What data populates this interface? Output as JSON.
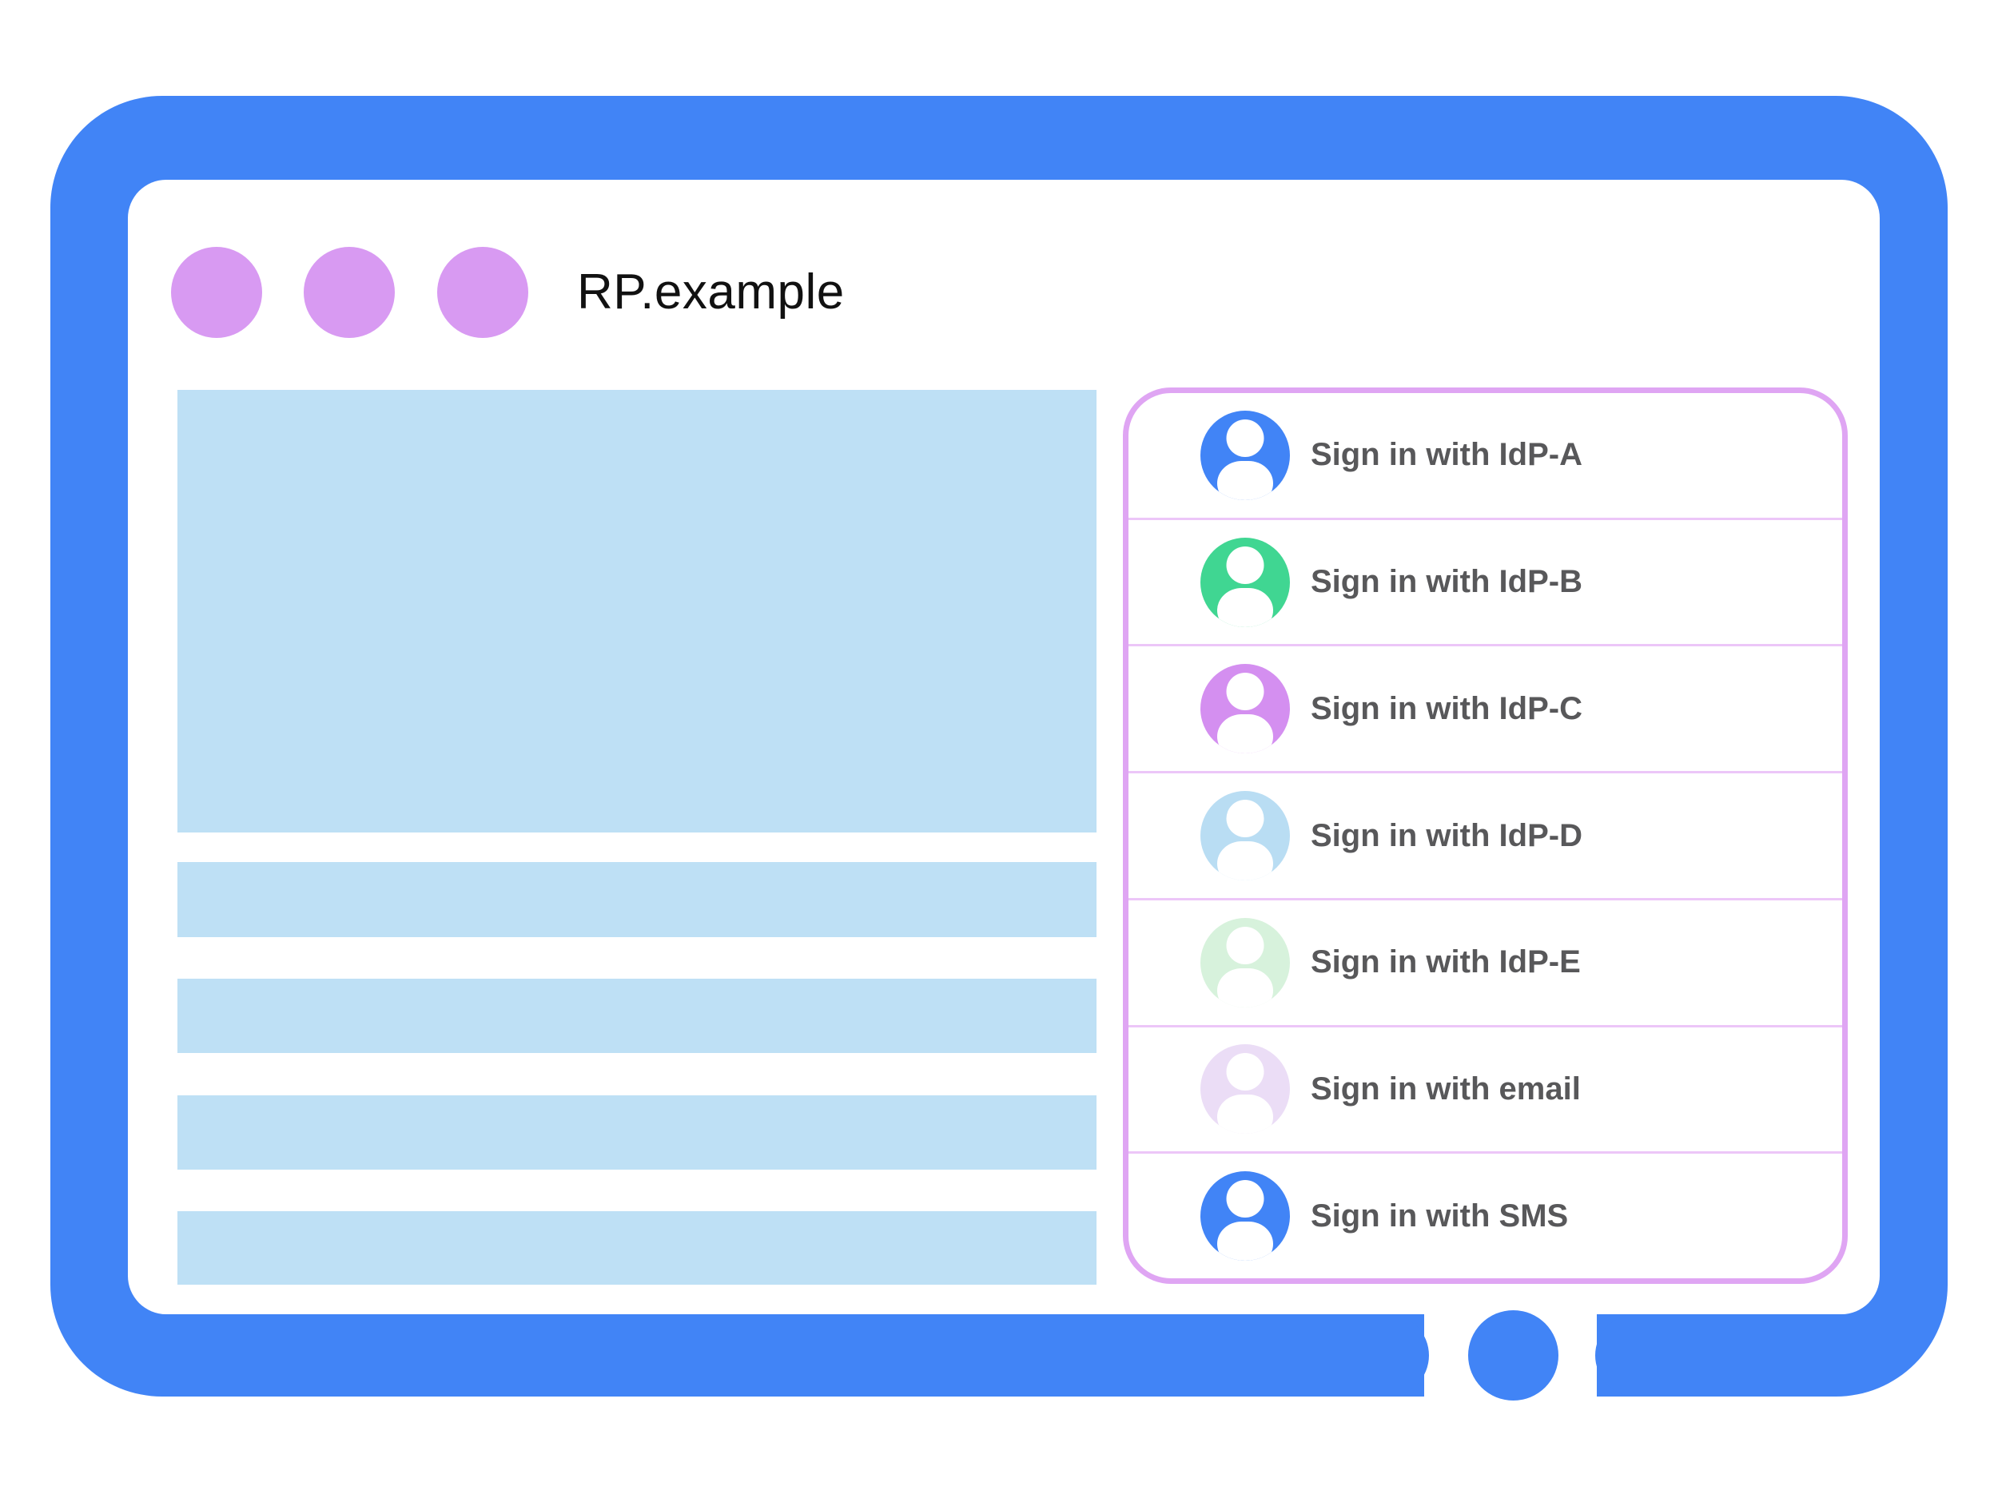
{
  "browser_mock": {
    "site_label": "RP.example"
  },
  "signin_panel": {
    "items": [
      {
        "id": "idp-a",
        "label": "Sign in with IdP-A",
        "avatar_color": "#4184f6"
      },
      {
        "id": "idp-b",
        "label": "Sign in with IdP-B",
        "avatar_color": "#40d692"
      },
      {
        "id": "idp-c",
        "label": "Sign in with IdP-C",
        "avatar_color": "#d48ff0"
      },
      {
        "id": "idp-d",
        "label": "Sign in with IdP-D",
        "avatar_color": "#b9ddf3"
      },
      {
        "id": "idp-e",
        "label": "Sign in with IdP-E",
        "avatar_color": "#d7f2dc"
      },
      {
        "id": "email",
        "label": "Sign in with email",
        "avatar_color": "#ebddf6"
      },
      {
        "id": "sms",
        "label": "Sign in with SMS",
        "avatar_color": "#4184f6"
      }
    ],
    "border_color": "#dfa5f3",
    "divider_color": "#ecc6f8",
    "label_color": "#58585a"
  },
  "colors": {
    "frame_blue": "#4184f6",
    "placeholder_blue": "#bee0f5",
    "window_dot_purple": "#d89af2",
    "title_black": "#111111"
  }
}
